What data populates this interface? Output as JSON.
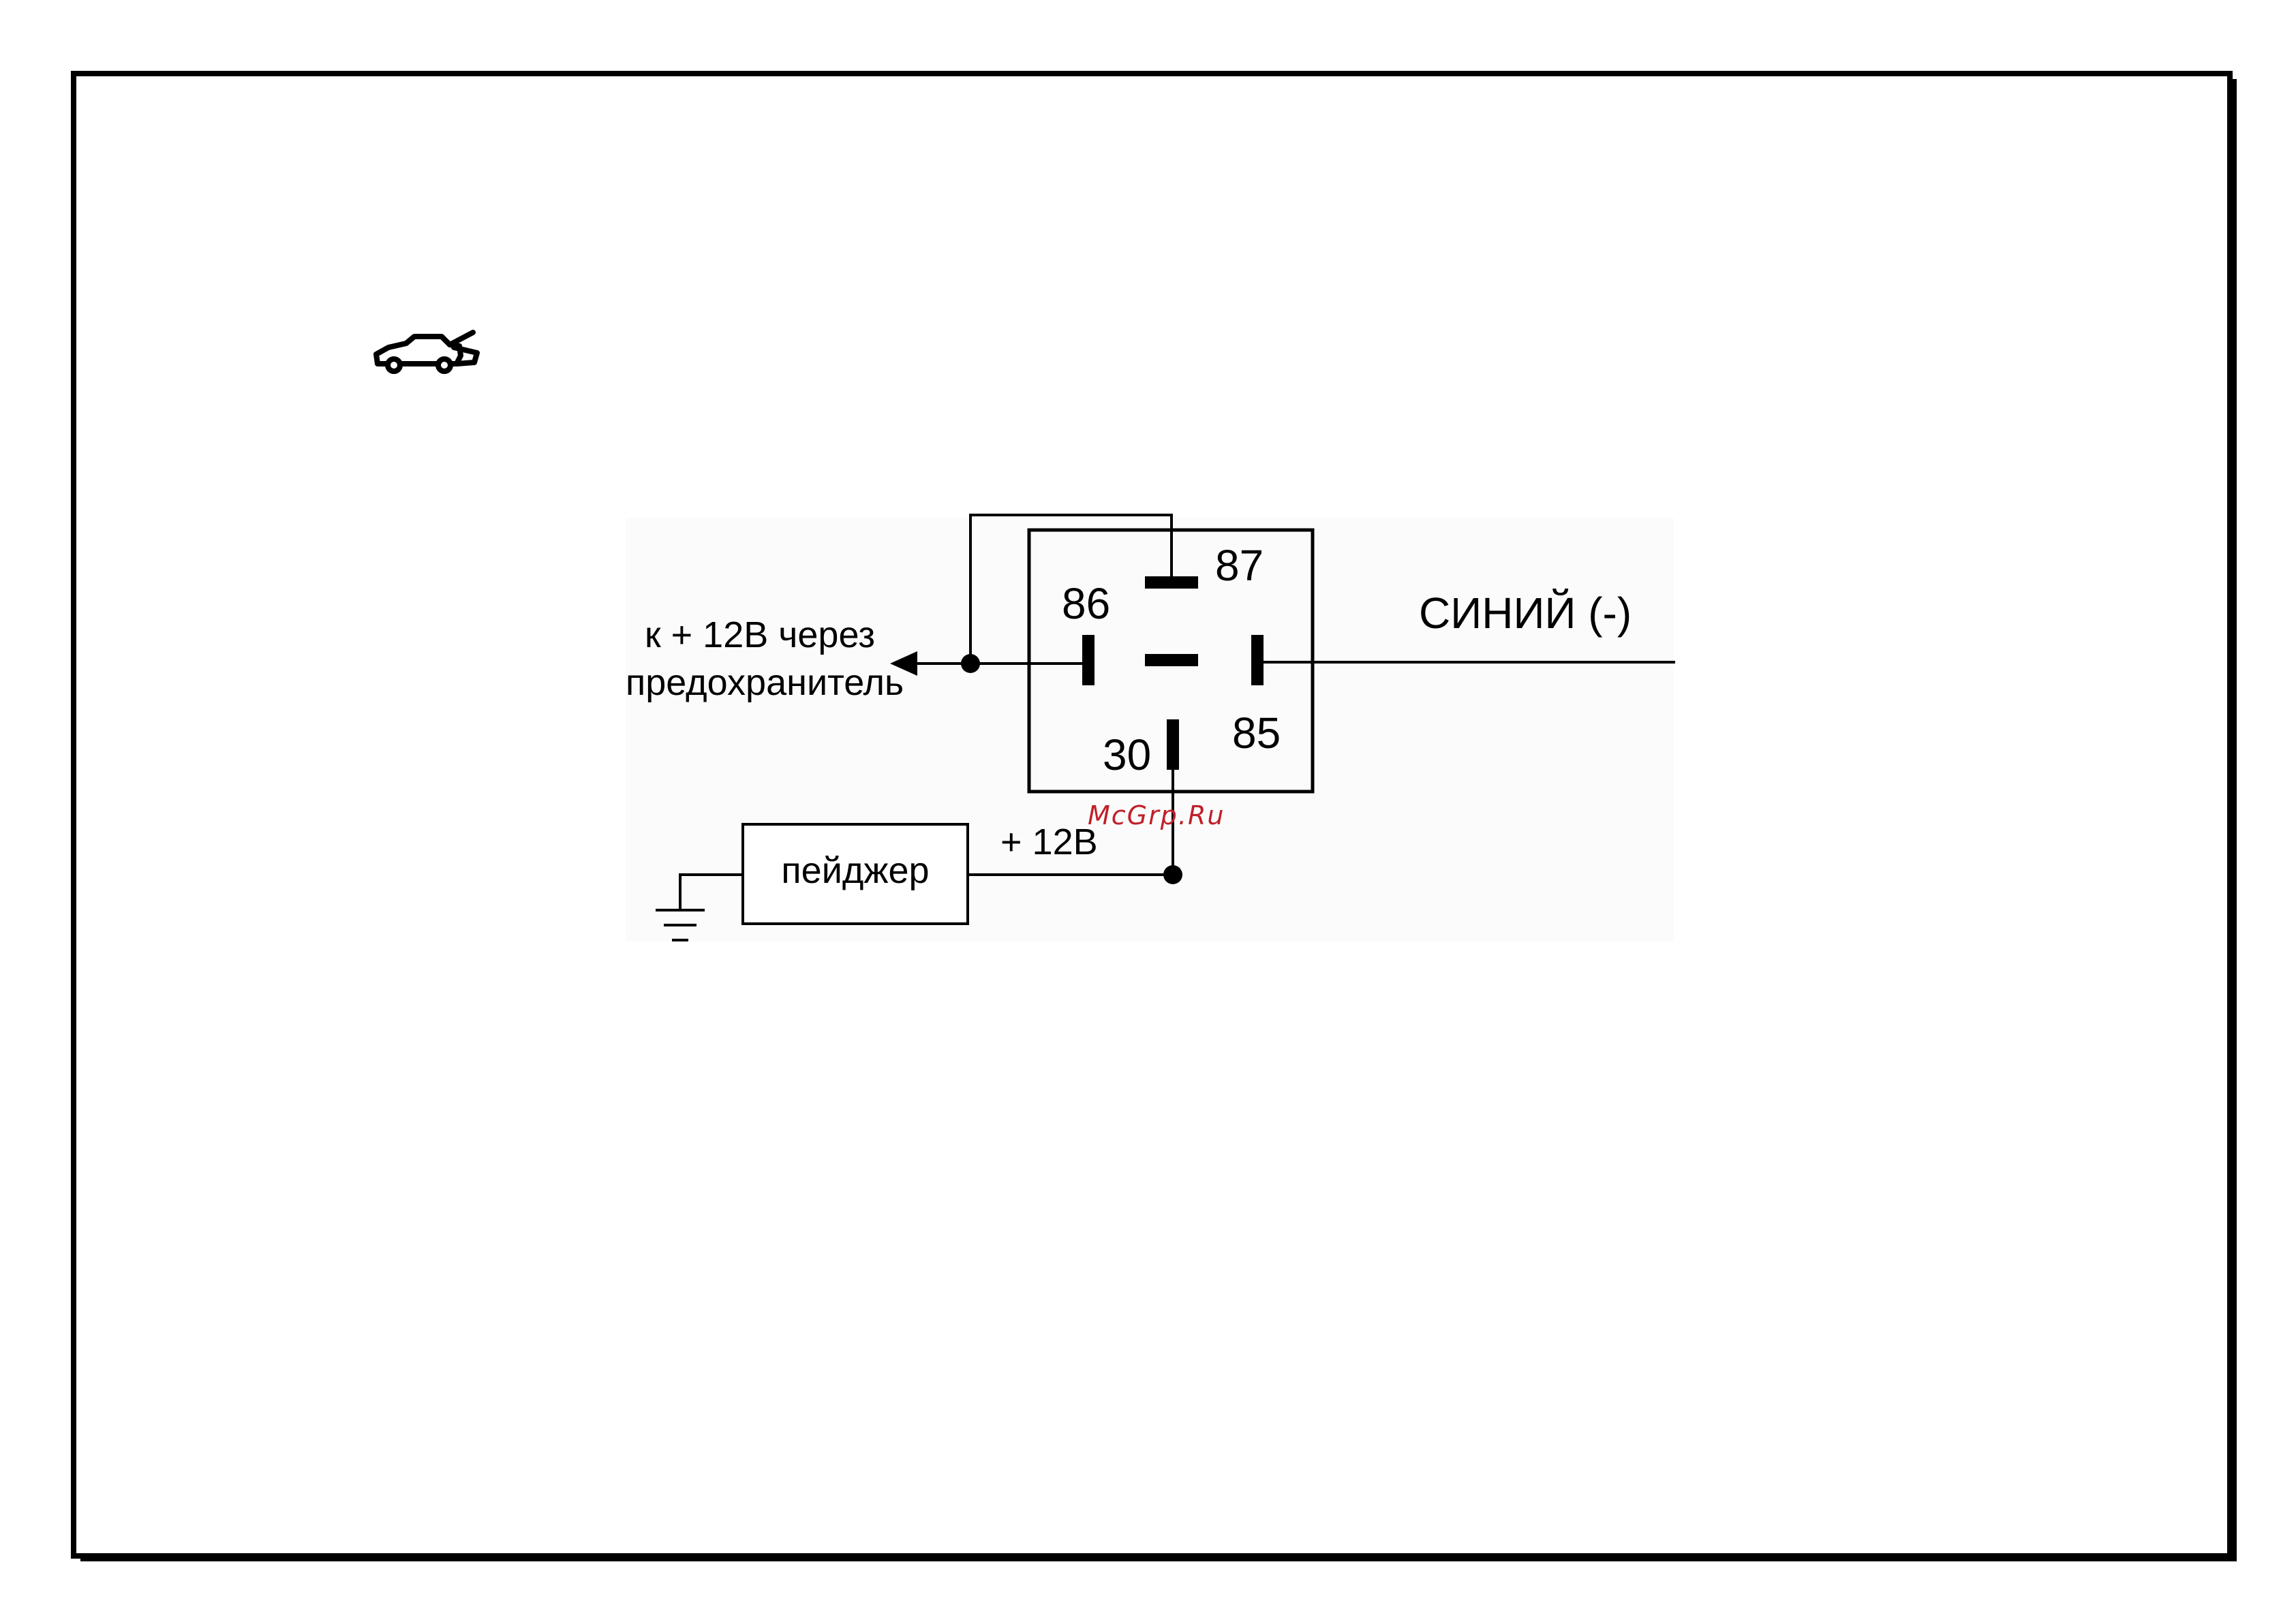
{
  "diagram": {
    "pins": {
      "pin_87": "87",
      "pin_86": "86",
      "pin_85": "85",
      "pin_30": "30"
    },
    "labels": {
      "supply_line1": "к + 12В через",
      "supply_line2": "предохранитель",
      "blue_wire": "СИНИЙ (-)",
      "pager": "пейджер",
      "pager_supply": "+ 12В"
    },
    "watermark": "McGrp.Ru",
    "icons": {
      "hood": "car-hood-icon",
      "ground": "ground-icon",
      "arrow": "arrow-left-icon"
    },
    "colors": {
      "lines": "#000000",
      "watermark": "#c0202a",
      "background": "#ffffff",
      "diagram_area": "#fbfbfb"
    }
  }
}
